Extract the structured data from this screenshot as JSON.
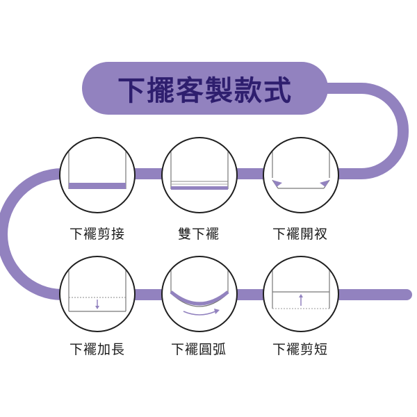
{
  "title": "下擺客製款式",
  "colors": {
    "accent": "#9282bf",
    "title_text": "#2e1e6e",
    "outline": "#1f1f1f",
    "label_text": "#1a1a1a"
  },
  "styles": [
    {
      "label": "下襬剪接"
    },
    {
      "label": "雙下襬"
    },
    {
      "label": "下襬開衩"
    },
    {
      "label": "下襬加長"
    },
    {
      "label": "下襬圓弧"
    },
    {
      "label": "下襬剪短"
    }
  ]
}
